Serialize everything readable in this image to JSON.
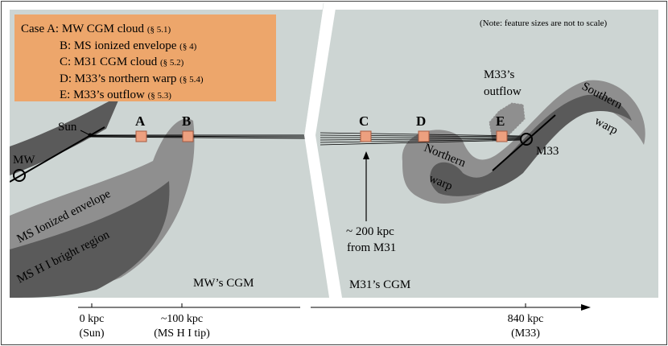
{
  "legend": {
    "lines": [
      {
        "text": "Case A: MW CGM cloud",
        "ref": "(§ 5.1)"
      },
      {
        "text": "B: MS ionized envelope",
        "ref": "(§ 4)"
      },
      {
        "text": "C: M31 CGM cloud",
        "ref": "(§ 5.2)"
      },
      {
        "text": "D: M33’s northern warp",
        "ref": "(§ 5.4)"
      },
      {
        "text": "E: M33’s outflow",
        "ref": "(§ 5.3)"
      }
    ]
  },
  "note": "(Note: feature sizes are not to scale)",
  "labels": {
    "sun": "Sun",
    "mw": "MW",
    "case_a": "A",
    "case_b": "B",
    "case_c": "C",
    "case_d": "D",
    "case_e": "E",
    "ms_envelope": "MS Ionized envelope",
    "ms_bright": "MS H I bright region",
    "mw_cgm": "MW’s  CGM",
    "m31_cgm": "M31’s  CGM",
    "distance_line1": "~ 200 kpc",
    "distance_line2": "from M31",
    "m33": "M33",
    "m33_outflow_line1": "M33’s",
    "m33_outflow_line2": "outflow",
    "northern_line1": "Northern",
    "northern_line2": "warp",
    "southern_line1": "Southern",
    "southern_line2": "warp"
  },
  "axis": {
    "ticks": [
      {
        "value": "0 kpc",
        "sub": "(Sun)"
      },
      {
        "value": "~100 kpc",
        "sub": "(MS H I tip)"
      },
      {
        "value": "840 kpc",
        "sub": "(M33)"
      }
    ]
  },
  "colors": {
    "panel": "#cdd5d3",
    "legend_box": "#eda66b",
    "stream_dark": "#5a5a5a",
    "stream_mid": "#8f8f8f",
    "box_fill": "#eda07f",
    "box_stroke": "#a65a40"
  }
}
